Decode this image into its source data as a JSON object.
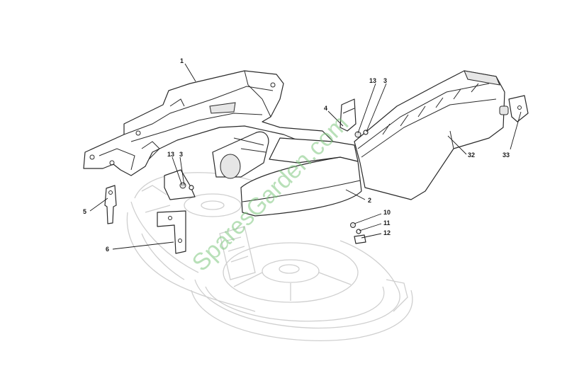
{
  "diagram": {
    "watermark": "SparesGarden.com",
    "labels": {
      "p1": "1",
      "p2": "2",
      "p3a": "3",
      "p3b": "3",
      "p4": "4",
      "p5": "5",
      "p6": "6",
      "p10": "10",
      "p11": "11",
      "p12": "12",
      "p13a": "13",
      "p13b": "13",
      "p32": "32",
      "p33": "33"
    }
  }
}
